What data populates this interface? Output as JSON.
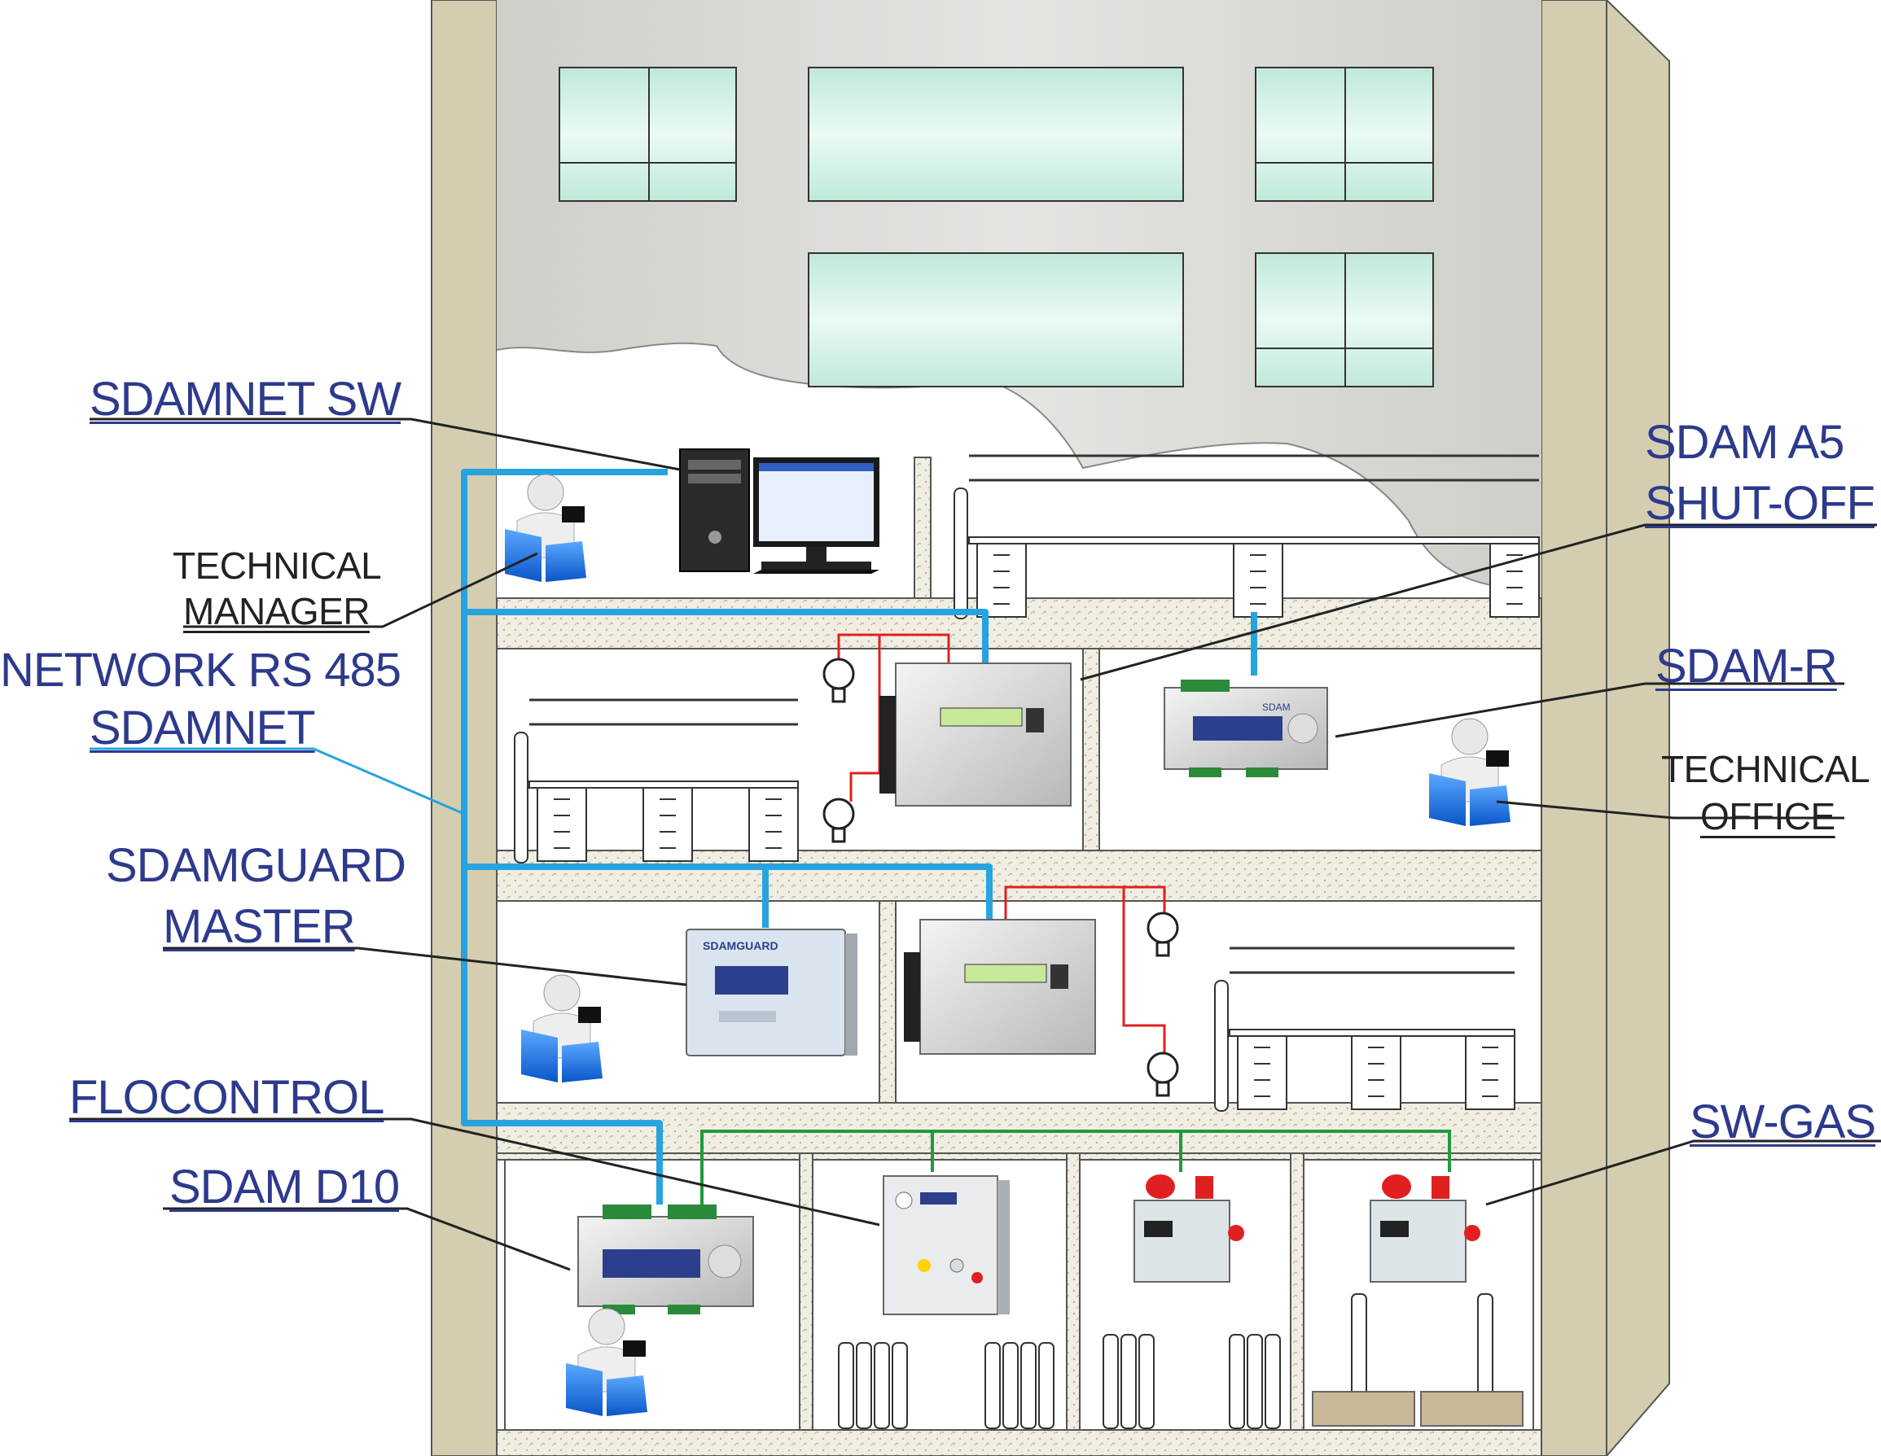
{
  "labels": {
    "sdamnet_sw": "SDAMNET SW",
    "technical_manager_line1": "TECHNICAL",
    "technical_manager_line2": "MANAGER",
    "network_line1": "NETWORK RS 485",
    "network_line2": "SDAMNET",
    "sdamguard_line1": "SDAMGUARD",
    "sdamguard_line2": "MASTER",
    "flocontrol": "FLOCONTROL",
    "sdam_d10": "SDAM D10",
    "sdam_a5_line1": "SDAM A5",
    "sdam_a5_line2": "SHUT-OFF",
    "sdam_r": "SDAM-R",
    "technical_office_line1": "TECHNICAL",
    "technical_office_line2": "OFFICE",
    "sw_gas": "SW-GAS"
  },
  "device_text": {
    "sdamguard_panel": "SDAMGUARD",
    "sdam_unit": "SDAM"
  },
  "colors": {
    "network_cable": "#27a3e0",
    "valve_wire": "#e02020",
    "gas_bus": "#1f9a3c",
    "wall": "#d4cdb0",
    "slab": "#f0ede2",
    "glass": "#dff5ea",
    "upper_facade": "#d8d8d4",
    "label_blue": "#2d3a8c"
  },
  "icons": [
    "computer-icon",
    "monitor-icon",
    "person-laptop-icon",
    "gas-cylinder-icon",
    "valve-icon",
    "alarm-beacon-icon",
    "shut-off-cabinet-icon",
    "din-rail-module-icon",
    "panel-icon"
  ]
}
